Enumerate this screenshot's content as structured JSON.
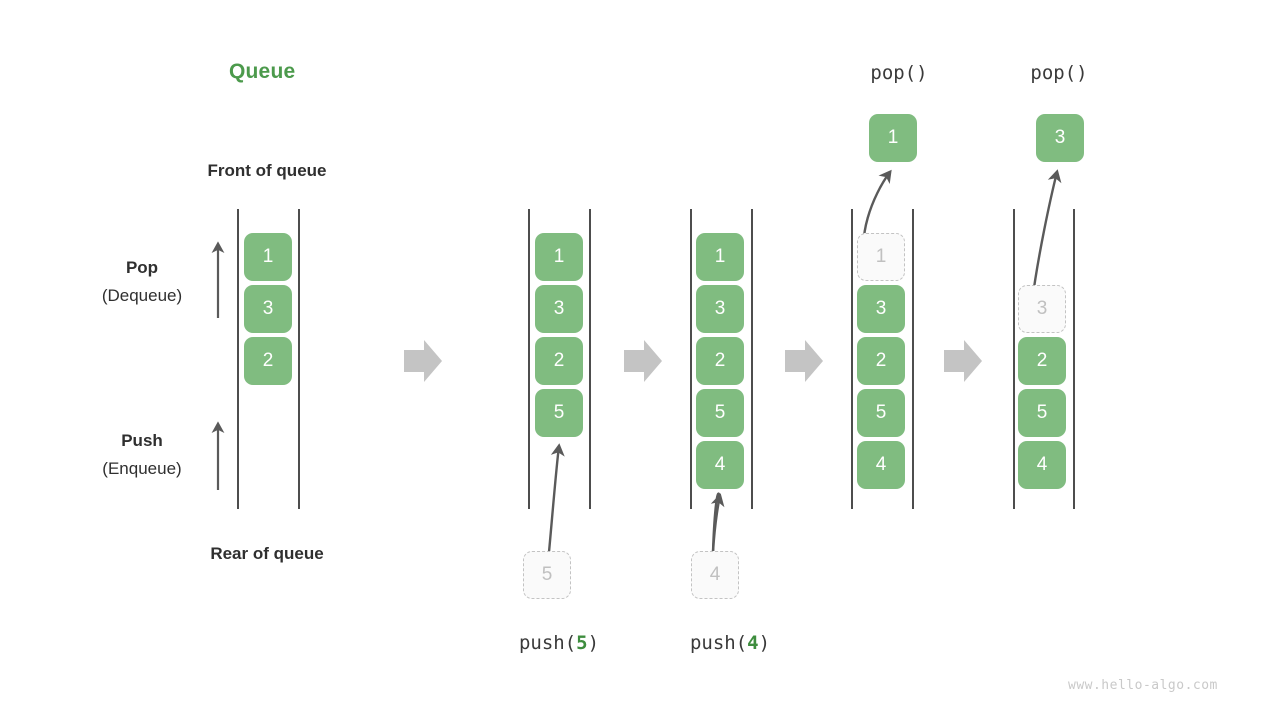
{
  "title": "Queue",
  "labels": {
    "front_of_queue": "Front of queue",
    "rear_of_queue": "Rear of queue",
    "pop_line1": "Pop",
    "pop_line2": "(Dequeue)",
    "push_line1": "Push",
    "push_line2": "(Enqueue)"
  },
  "operations": {
    "push_prefix": "push(",
    "push_suffix": ")",
    "push_5_value": "5",
    "push_4_value": "4",
    "pop_label": "pop()"
  },
  "colors": {
    "accent_green": "#4C9A4C",
    "cell_green": "#80BC80",
    "ghost_fill": "#FAFAFA",
    "ghost_border": "#C3C3C3",
    "rail": "#4D4D4D",
    "transition_arrow": "#C4C4C4",
    "motion_arrow": "#5A5A5A",
    "text_dark": "#2F2F2F",
    "watermark": "#C9C9C9"
  },
  "columns": [
    {
      "name": "initial-queue",
      "cells": [
        "1",
        "3",
        "2"
      ],
      "ghost_cells": [],
      "caption": ""
    },
    {
      "name": "after-push-5",
      "cells": [
        "1",
        "3",
        "2",
        "5"
      ],
      "ghost_cells": [
        "5"
      ],
      "caption": "push(5)"
    },
    {
      "name": "after-push-4",
      "cells": [
        "1",
        "3",
        "2",
        "5",
        "4"
      ],
      "ghost_cells": [
        "4"
      ],
      "caption": "push(4)"
    },
    {
      "name": "after-pop-1",
      "cells": [
        "3",
        "2",
        "5",
        "4"
      ],
      "ghost_cells": [
        "1"
      ],
      "popped_value": "1",
      "caption": "pop()"
    },
    {
      "name": "after-pop-3",
      "cells": [
        "2",
        "5",
        "4"
      ],
      "ghost_cells": [
        "3"
      ],
      "popped_value": "3",
      "caption": "pop()"
    }
  ],
  "footer": {
    "watermark": "www.hello-algo.com"
  }
}
